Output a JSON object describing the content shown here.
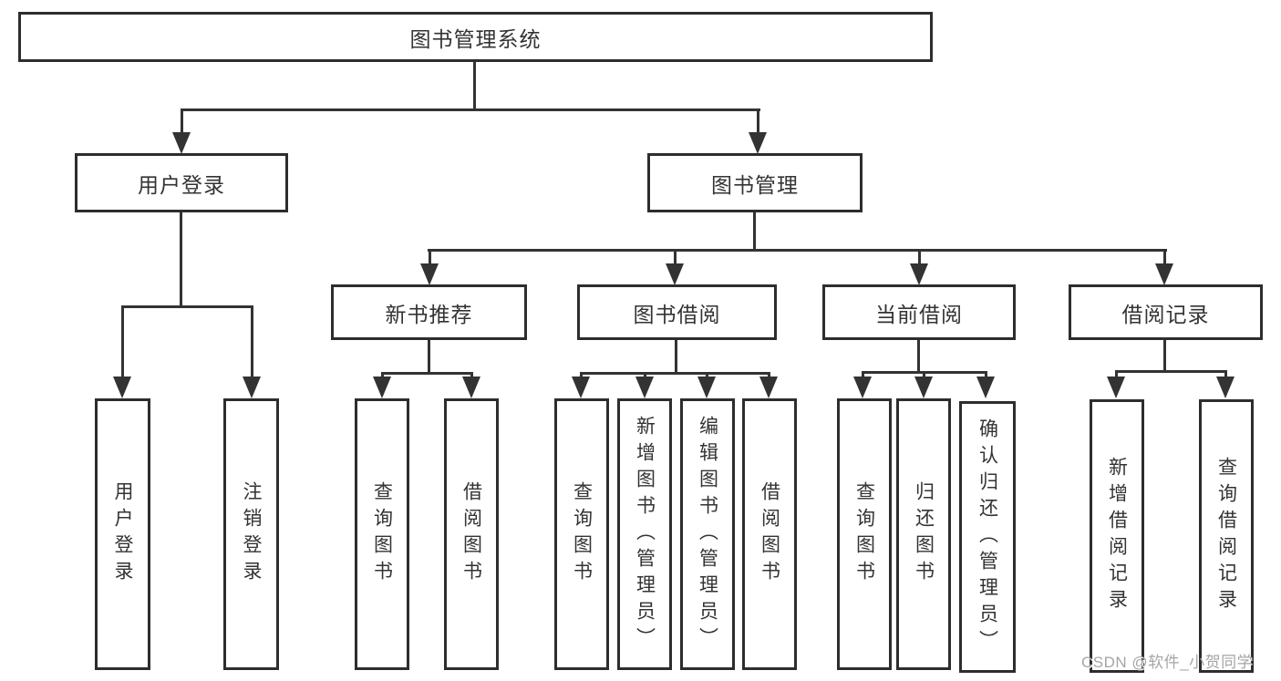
{
  "nodes": {
    "root": "图书管理系统",
    "user_login": "用户登录",
    "book_management": "图书管理",
    "new_book_recommend": "新书推荐",
    "book_borrowing": "图书借阅",
    "current_borrowing": "当前借阅",
    "borrowing_records": "借阅记录",
    "leaf_user_login": "用户登录",
    "leaf_logout_login": "注销登录",
    "rec_query_books": "查询图书",
    "rec_borrow_books": "借阅图书",
    "bb_query_books": "查询图书",
    "bb_add_books": "新增图书（管理员）",
    "bb_edit_books": "编辑图书（管理员）",
    "bb_borrow_books": "借阅图书",
    "cb_query_books": "查询图书",
    "cb_return_books": "归还图书",
    "cb_confirm_return": "确认归还（管理员）",
    "br_add_record": "新增借阅记录",
    "br_query_record": "查询借阅记录"
  },
  "tree": {
    "label": "图书管理系统",
    "children": [
      {
        "label": "用户登录",
        "children": [
          {
            "label": "用户登录"
          },
          {
            "label": "注销登录"
          }
        ]
      },
      {
        "label": "图书管理",
        "children": [
          {
            "label": "新书推荐",
            "children": [
              {
                "label": "查询图书"
              },
              {
                "label": "借阅图书"
              }
            ]
          },
          {
            "label": "图书借阅",
            "children": [
              {
                "label": "查询图书"
              },
              {
                "label": "新增图书（管理员）"
              },
              {
                "label": "编辑图书（管理员）"
              },
              {
                "label": "借阅图书"
              }
            ]
          },
          {
            "label": "当前借阅",
            "children": [
              {
                "label": "查询图书"
              },
              {
                "label": "归还图书"
              },
              {
                "label": "确认归还（管理员）"
              }
            ]
          },
          {
            "label": "借阅记录",
            "children": [
              {
                "label": "新增借阅记录"
              },
              {
                "label": "查询借阅记录"
              }
            ]
          }
        ]
      }
    ]
  },
  "watermark": "CSDN @软件_小贺同学",
  "colors": {
    "line": "#333333",
    "box_border": "#2d2d2d",
    "text": "#333333",
    "watermark": "#a6a6a6",
    "background": "#ffffff"
  }
}
